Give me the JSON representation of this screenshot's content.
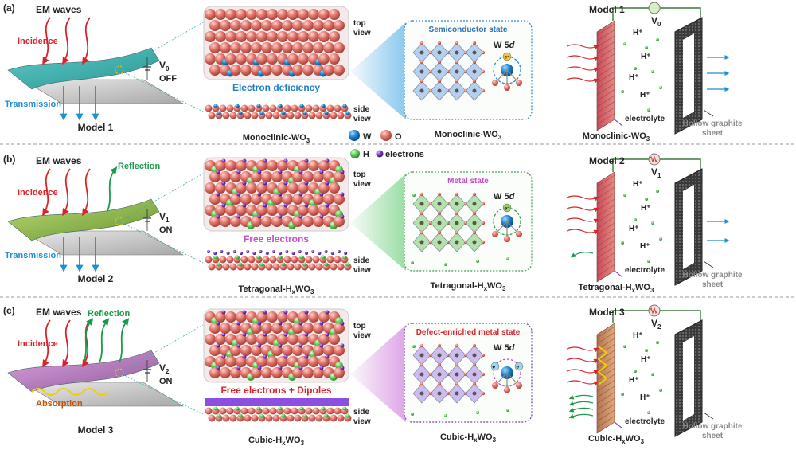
{
  "panels": [
    {
      "tag": "(a)",
      "em": "EM waves",
      "incidence": "Incidence",
      "reflection": "",
      "transmission": "Transmission",
      "absorption": "",
      "voltage": "V",
      "voltage_sub": "0",
      "state": "OFF",
      "model": "Model 1",
      "lattice_band": "Electron deficiency",
      "lattice_caption_main": "Monoclinic-WO",
      "lattice_caption_sub": "3",
      "top_view_1": "top",
      "top_view_2": "view",
      "side_view_1": "side",
      "side_view_2": "view",
      "state_title": "Semiconductor  state",
      "orbital": "W 5",
      "orbital_italic": "d",
      "structure_caption_main": "Monoclinic-WO",
      "structure_caption_sub": "3",
      "device_model": "Model 1",
      "device_voltage": "V",
      "device_voltage_sub": "0",
      "electrolyte": "electrolyte",
      "graphite_1": "Hollow graphite",
      "graphite_2": "sheet",
      "device_caption_main": "Monoclinic-WO",
      "device_caption_sub": "3",
      "protons": [
        "H⁺",
        "H⁺",
        "H⁺",
        "H⁺"
      ]
    },
    {
      "tag": "(b)",
      "em": "EM waves",
      "incidence": "Incidence",
      "reflection": "Reflection",
      "transmission": "Transmission",
      "absorption": "",
      "voltage": "V",
      "voltage_sub": "1",
      "state": "ON",
      "model": "Model 2",
      "lattice_band": "Free electrons",
      "lattice_caption_main": "Tetragonal-H",
      "lattice_caption_sub": "x",
      "lattice_caption_tail": "WO",
      "lattice_caption_tail_sub": "3",
      "top_view_1": "top",
      "top_view_2": "view",
      "side_view_1": "side",
      "side_view_2": "view",
      "state_title": "Metal state",
      "orbital": "W 5",
      "orbital_italic": "d",
      "structure_caption_main": "Tetragonal-H",
      "structure_caption_sub": "x",
      "structure_caption_tail": "WO",
      "structure_caption_tail_sub": "3",
      "device_model": "Model 2",
      "device_voltage": "V",
      "device_voltage_sub": "1",
      "electrolyte": "electrolyte",
      "graphite_1": "Hollow graphite",
      "graphite_2": "sheet",
      "device_caption_main": "Tetragonal-H",
      "device_caption_sub": "x",
      "device_caption_tail": "WO",
      "device_caption_tail_sub": "3",
      "protons": [
        "H⁺",
        "H⁺",
        "H⁺",
        "H⁺"
      ]
    },
    {
      "tag": "(c)",
      "em": "EM waves",
      "incidence": "Incidence",
      "reflection": "Reflection",
      "transmission": "",
      "absorption": "Absorption",
      "voltage": "V",
      "voltage_sub": "2",
      "state": "ON",
      "model": "Model 3",
      "lattice_band": "Free electrons + Dipoles",
      "lattice_caption_main": "Cubic-H",
      "lattice_caption_sub": "x",
      "lattice_caption_tail": "WO",
      "lattice_caption_tail_sub": "3",
      "top_view_1": "top",
      "top_view_2": "view",
      "side_view_1": "side",
      "side_view_2": "view",
      "state_title": "Defect-enriched  metal state",
      "orbital": "W 5",
      "orbital_italic": "d",
      "structure_caption_main": "Cubic-H",
      "structure_caption_sub": "x",
      "structure_caption_tail": "WO",
      "structure_caption_tail_sub": "3",
      "device_model": "Model 3",
      "device_voltage": "V",
      "device_voltage_sub": "2",
      "electrolyte": "electrolyte",
      "graphite_1": "Hollow graphite",
      "graphite_2": "sheet",
      "device_caption_main": "Cubic-H",
      "device_caption_sub": "x",
      "device_caption_tail": "WO",
      "device_caption_tail_sub": "3",
      "protons": [
        "H⁺",
        "H⁺",
        "H⁺",
        "H⁺"
      ]
    }
  ],
  "legend": {
    "w": "W",
    "o": "O",
    "h": "H",
    "electrons": "electrons"
  },
  "electron_symbol": "e⁻",
  "colors": {
    "incidence": "#d9232a",
    "reflection": "#1a9a4a",
    "transmission": "#1f8fd1",
    "absorption": "#c0520f",
    "oxygen": "#e07a70",
    "tungsten": "#1f7fc4",
    "hydrogen": "#5cc85c",
    "electron": "#7a2fc0",
    "semiconductor": "#2a6fb8",
    "metal": "#c64fc4",
    "defect": "#d9232a",
    "model": "#222222"
  }
}
